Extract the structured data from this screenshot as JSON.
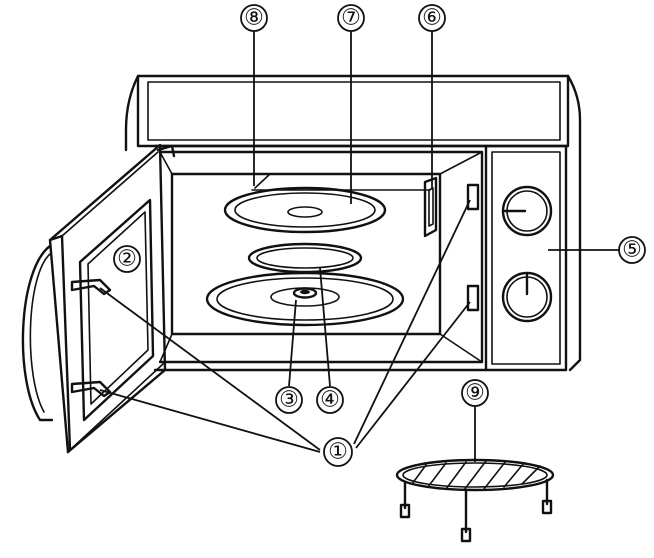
{
  "figure": {
    "callouts": [
      {
        "number": "①",
        "part": "door-safety-lock-system"
      },
      {
        "number": "②",
        "part": "door-viewing-window"
      },
      {
        "number": "③",
        "part": "shaft"
      },
      {
        "number": "④",
        "part": "roller-ring"
      },
      {
        "number": "⑤",
        "part": "control-panel"
      },
      {
        "number": "⑥",
        "part": "wave-guide"
      },
      {
        "number": "⑦",
        "part": "glass-tray"
      },
      {
        "number": "⑧",
        "part": "oven-cavity"
      },
      {
        "number": "⑨",
        "part": "grill-rack"
      }
    ],
    "colors": {
      "line": "#111111",
      "background": "#ffffff"
    }
  }
}
